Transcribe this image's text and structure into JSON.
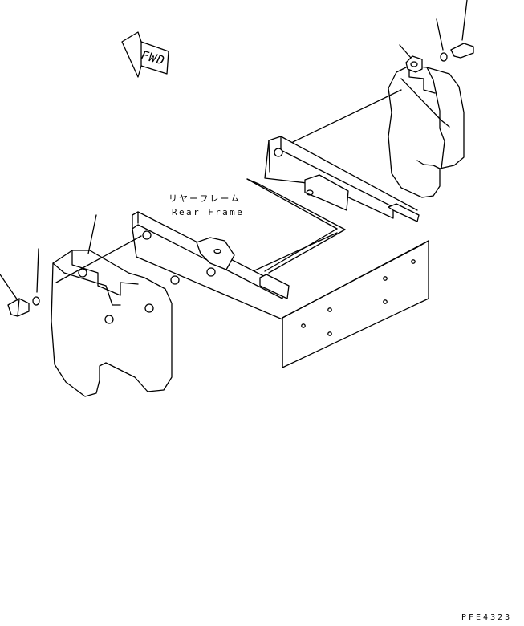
{
  "labels": {
    "part_name_jp": "リヤーフレーム",
    "part_name_en": "Rear Frame",
    "direction_marker": "FWD",
    "drawing_code": "PFE4323"
  },
  "icons": {
    "direction": "fwd-arrow-icon"
  }
}
